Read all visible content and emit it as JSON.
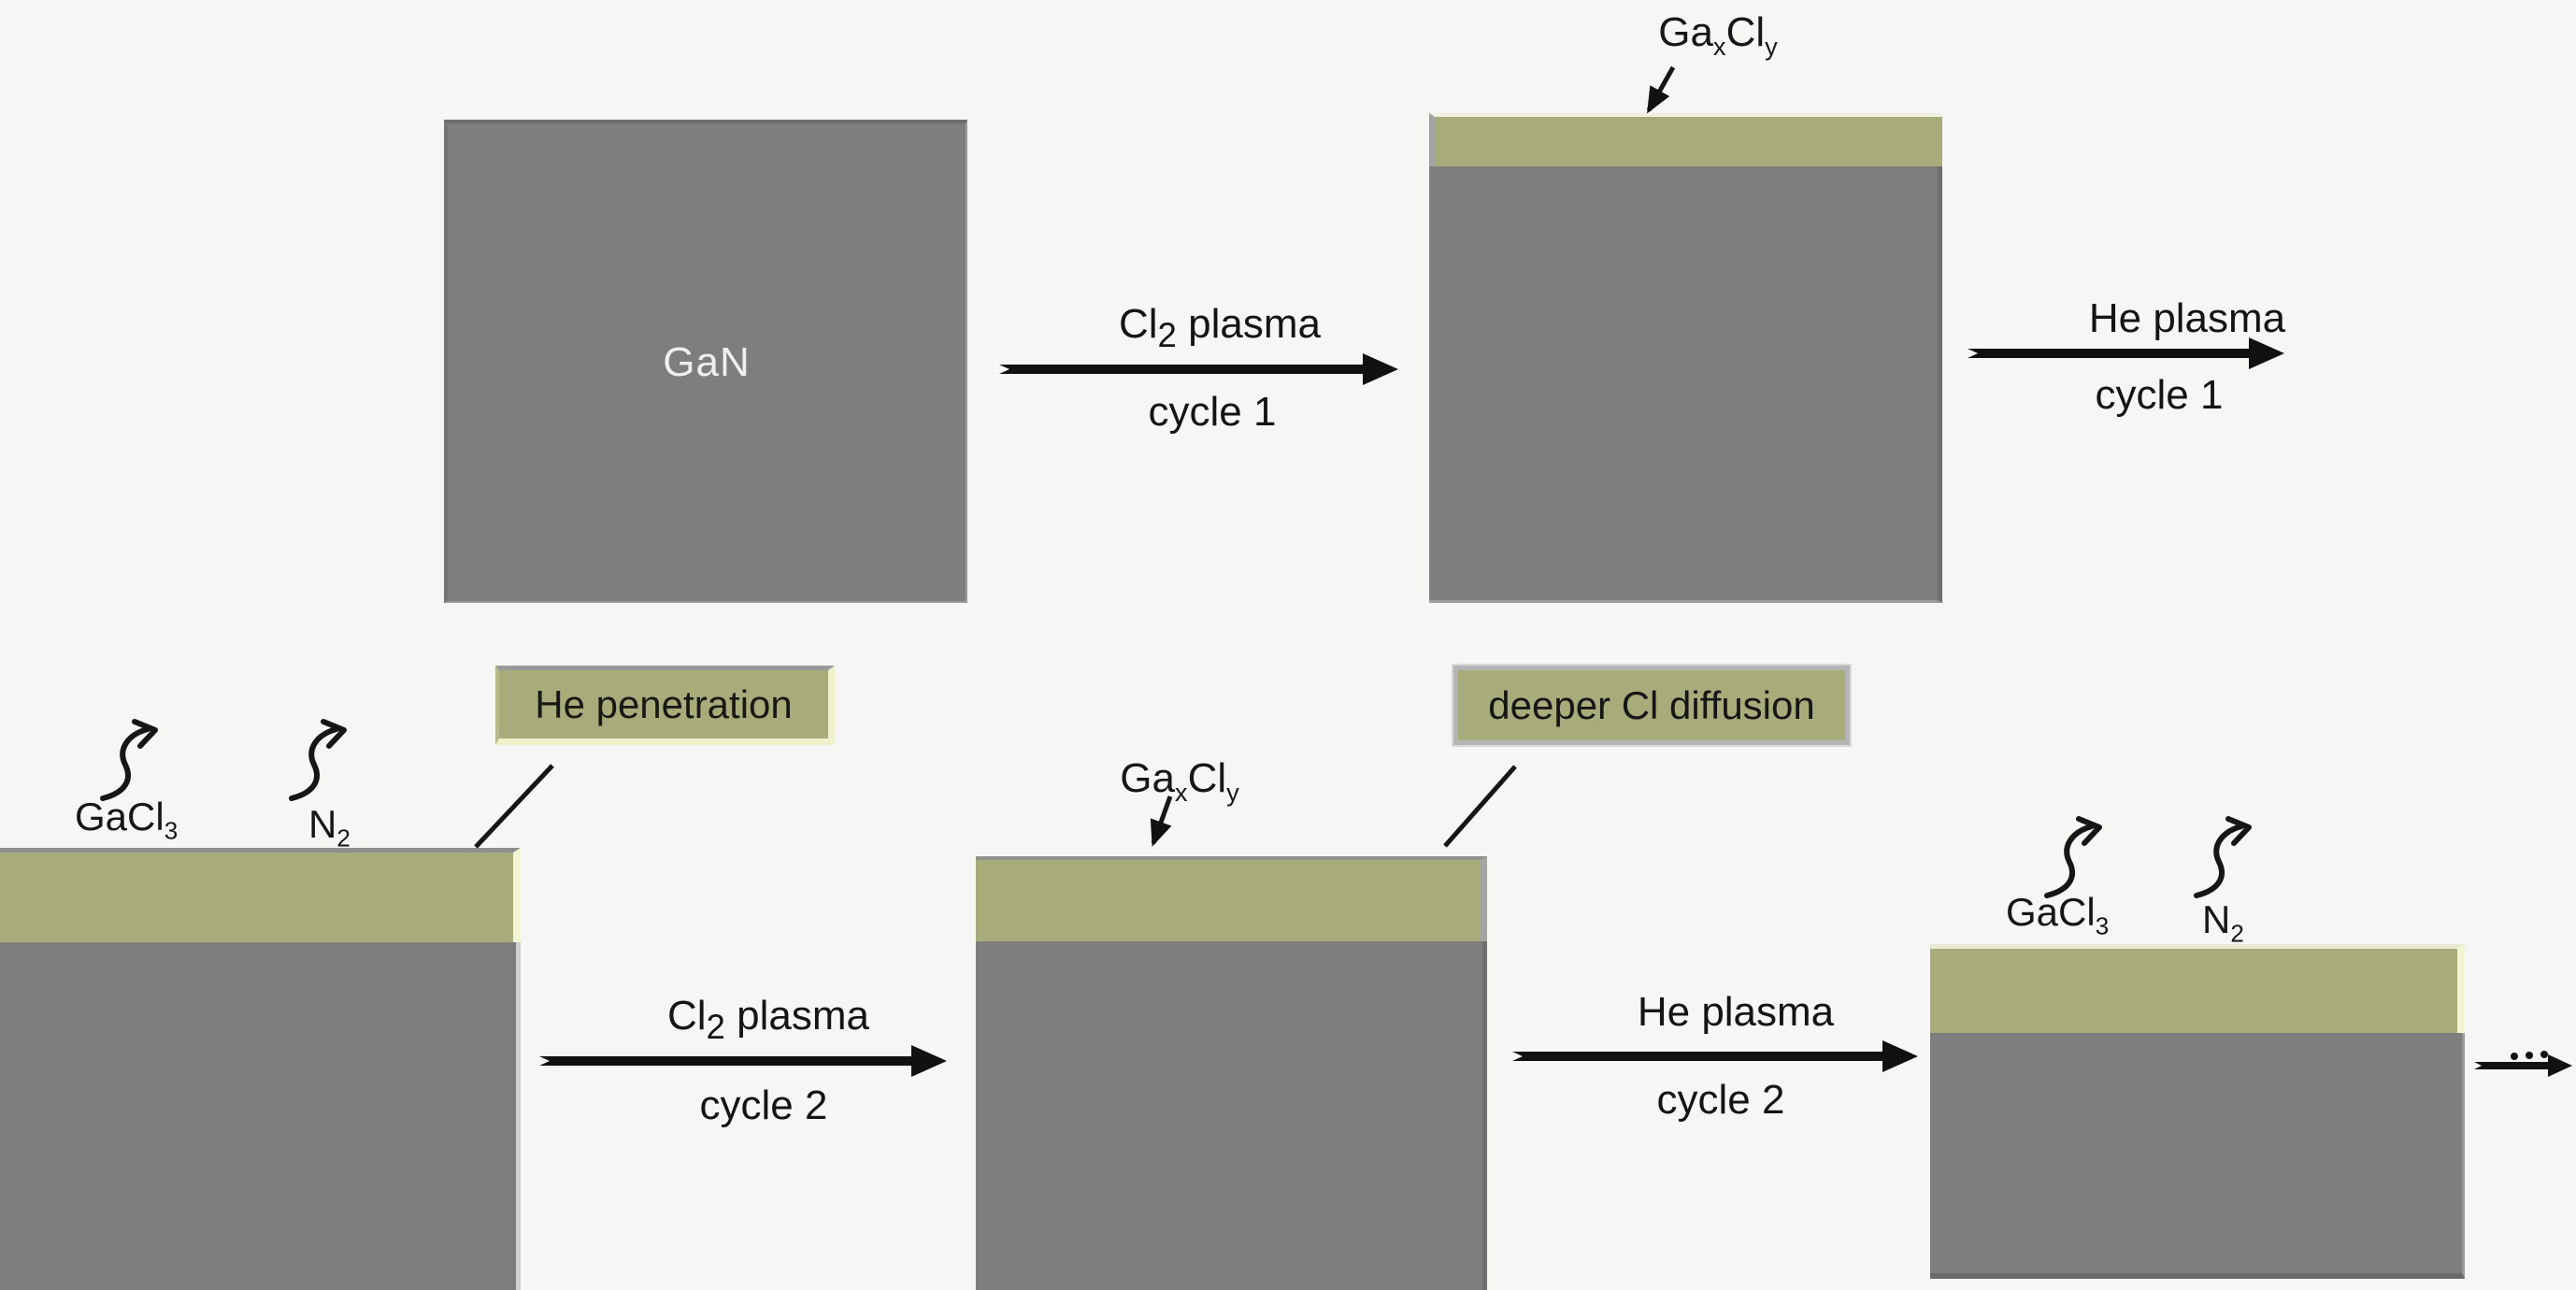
{
  "colors": {
    "background": "#f6f6f5",
    "substrate_gray": "#7e7e7e",
    "chloride_layer_olive": "#a7ac7a",
    "pale_edge_highlight": "#f2f5d3",
    "callout_border_gray": "#b5b5b5",
    "arrow_black": "#111111",
    "text_dark": "#161616",
    "gan_text": "#efefef"
  },
  "substrate": {
    "gan_label": "GaN"
  },
  "molecules": {
    "gaxcly": {
      "t1": "Ga",
      "s1": "x",
      "t2": "Cl",
      "s2": "y"
    },
    "gacl3": {
      "t1": "GaCl",
      "s1": "3"
    },
    "n2": {
      "t1": "N",
      "s1": "2"
    }
  },
  "callouts": {
    "he_penetration": "He penetration",
    "deeper_cl_diffusion": "deeper Cl diffusion"
  },
  "steps": {
    "cl2_cycle1": {
      "t1": "Cl",
      "s1": "2",
      "t2": " plasma",
      "line2": "cycle 1"
    },
    "he_cycle1": {
      "line1": "He plasma",
      "line2": "cycle 1"
    },
    "cl2_cycle2": {
      "t1": "Cl",
      "s1": "2",
      "t2": " plasma",
      "line2": "cycle 2"
    },
    "he_cycle2": {
      "line1": "He plasma",
      "line2": "cycle 2"
    }
  },
  "icons": {
    "desorption_arrow": "curved-up-right-arrow",
    "pointer_arrow": "down-left-pointer-arrow",
    "pointer_line": "diagonal-callout-line",
    "continuation_arrow": "dotted-continuation-arrow"
  }
}
